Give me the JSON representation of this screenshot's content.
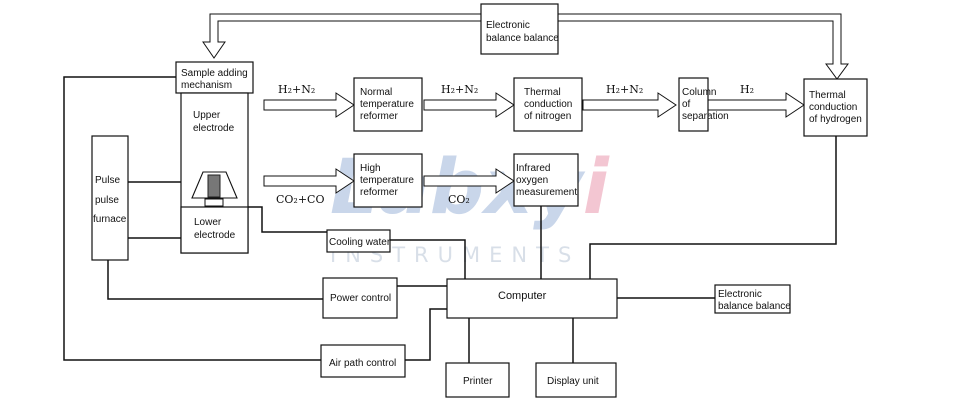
{
  "watermark": {
    "brand_part1": "Labx",
    "brand_part2": "y",
    "brand_part3": "i",
    "subtitle": "INSTRUMENTS",
    "color_blue": "#c9d6ea",
    "color_pink": "#f3c6d2"
  },
  "boxes": {
    "balance_top": [
      "Electronic",
      "balance balance"
    ],
    "sample_adding": [
      "Sample adding",
      "mechanism"
    ],
    "upper_electrode": [
      "Upper",
      "electrode"
    ],
    "lower_electrode": [
      "Lower",
      "electrode"
    ],
    "pulse_furnace": [
      "Pulse",
      "pulse",
      "furnace"
    ],
    "normal_reformer": [
      "Normal",
      "temperature",
      "reformer"
    ],
    "high_reformer": [
      "High",
      "temperature",
      "reformer"
    ],
    "tc_nitrogen": [
      "Thermal",
      "conduction",
      "of nitrogen"
    ],
    "infrared_oxygen": [
      "Infrared",
      "oxygen",
      "measurement"
    ],
    "column": [
      "Column",
      "of",
      "separation"
    ],
    "tc_hydrogen": [
      "Thermal",
      "conduction",
      "of hydrogen"
    ],
    "cooling_water": "Cooling water",
    "power_control": "Power control",
    "computer": "Computer",
    "balance_right": [
      "Electronic",
      "balance balance"
    ],
    "air_path": "Air path control",
    "printer": "Printer",
    "display_unit": "Display unit"
  },
  "flow_labels": {
    "h2n2_1": "H₂+N₂",
    "h2n2_2": "H₂+N₂",
    "h2n2_3": "H₂+N₂",
    "h2": "H₂",
    "co2co": "CO₂+CO",
    "co2": "CO₂"
  }
}
